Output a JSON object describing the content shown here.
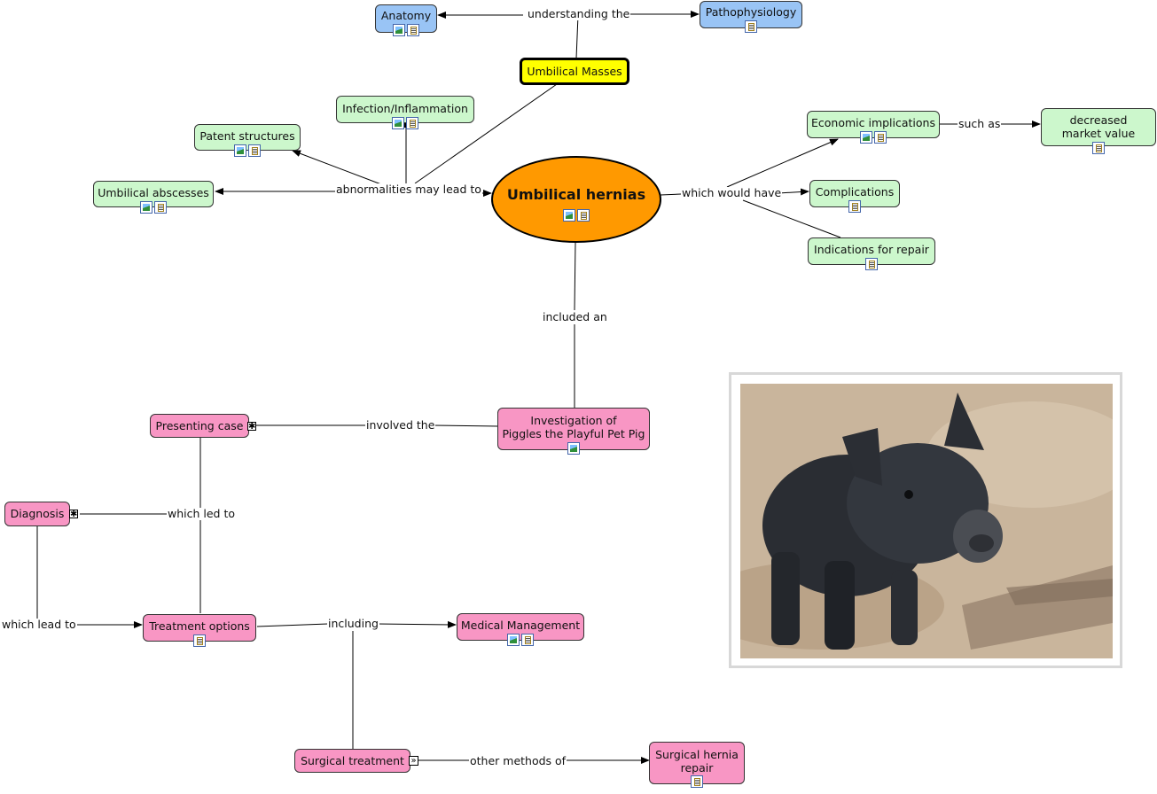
{
  "concepts": {
    "anatomy": "Anatomy",
    "pathophysiology": "Pathophysiology",
    "umbilical_masses": "Umbilical Masses",
    "infection": "Infection/Inflammation",
    "patent": "Patent structures",
    "abscesses": "Umbilical abscesses",
    "hernias": "Umbilical hernias",
    "economic": "Economic implications",
    "market_value": "decreased market value",
    "complications": "Complications",
    "indications": "Indications for repair",
    "investigation_line1": "Investigation of",
    "investigation_line2": "Piggles the Playful Pet Pig",
    "presenting": "Presenting case",
    "diagnosis": "Diagnosis",
    "treatment": "Treatment options",
    "medical": "Medical Management",
    "surgical": "Surgical treatment",
    "hernia_repair": "Surgical hernia repair"
  },
  "links": {
    "understanding": "understanding the",
    "abnormalities": "abnormalities may lead to",
    "would_have": "which would have",
    "such_as": "such as",
    "included_an": "included an",
    "involved_the": "involved the",
    "which_led_to": "which led to",
    "which_lead_to": "which lead to",
    "including": "including",
    "other_methods": "other methods of"
  },
  "colors": {
    "blue_node": "#99c4f5",
    "green_node": "#ccf7cc",
    "pink_node": "#f896c4",
    "yellow_node": "#ffff00",
    "oval_node": "#ff9900"
  },
  "icons": [
    "image-icon",
    "document-icon",
    "expand-icon",
    "submap-icon"
  ],
  "photo": {
    "subject": "black-pig-photo"
  }
}
